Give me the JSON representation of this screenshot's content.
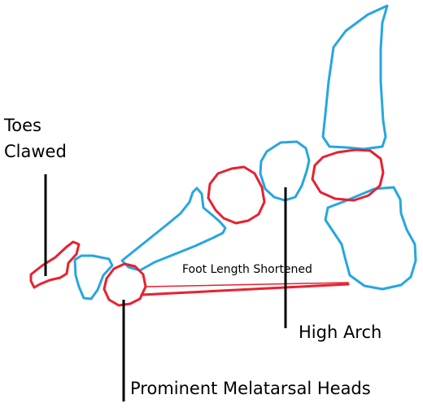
{
  "labels": {
    "toes": "Toes",
    "clawed": "Clawed",
    "foot_length": "Foot Length Shortened",
    "high_arch": "High Arch",
    "metatarsal_heads": "Prominent Melatarsal Heads"
  },
  "colors": {
    "normal_bone": "#27a6e1",
    "abnormal_bone": "#e8212f",
    "length_line": "#e8212f",
    "pointer_line": "#000000",
    "text": "#000000",
    "background": "#ffffff"
  }
}
